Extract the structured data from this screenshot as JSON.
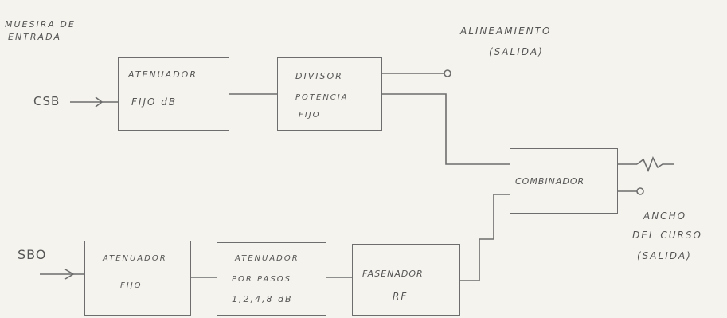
{
  "labels": {
    "muestra_line1": "MUESIRA DE",
    "muestra_line2": "ENTRADA",
    "alineamiento_line1": "ALINEAMIENTO",
    "alineamiento_line2": "(SALIDA)",
    "csb": "CSB",
    "sbo": "SBO",
    "ancho_line1": "ANCHO",
    "ancho_line2": "DEL CURSO",
    "ancho_line3": "(SALIDA)"
  },
  "blocks": {
    "atenuador_fijo_db": {
      "line1": "ATENUADOR",
      "line2": "FIJO dB"
    },
    "divisor_potencia": {
      "line1": "DIVISOR",
      "line2": "POTENCIA",
      "line3": "FIJO"
    },
    "combinador": {
      "line1": "COMBINADOR"
    },
    "atenuador_fijo": {
      "line1": "ATENUADOR",
      "line2": "FIJO"
    },
    "atenuador_pasos": {
      "line1": "ATENUADOR",
      "line2": "POR PASOS",
      "line3": "1,2,4,8 dB"
    },
    "fasenador_rf": {
      "line1": "FASENADOR",
      "line2": "RF"
    }
  },
  "colors": {
    "ink": "#6d6d6d",
    "paper": "#f4f3ee",
    "text": "#555555"
  }
}
